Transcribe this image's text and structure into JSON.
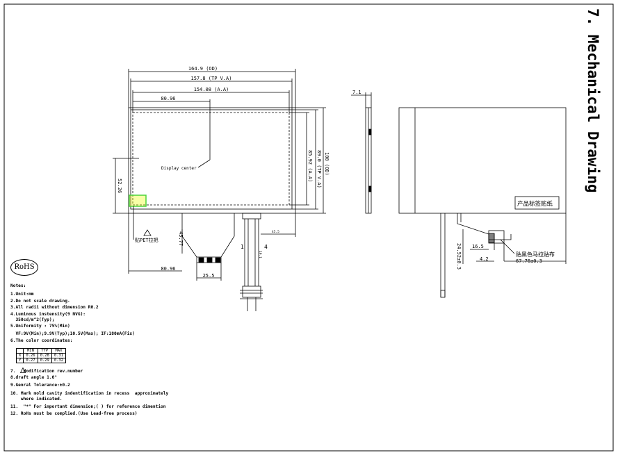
{
  "title": "7. Mechanical Drawing",
  "dims": {
    "od": "164.9 (OD)",
    "tp_va": "157.8 (TP V.A)",
    "aa": "154.08 (A.A)",
    "w_half_top": "80.96",
    "w_half_bottom": "80.96",
    "h_total": "100 (OD)",
    "h_tp": "89.0 (TP V.A)",
    "h_aa": "85.92 (A.A)",
    "h_left": "52.26",
    "fpc_len": "45.77",
    "fpc_width": "25.5",
    "side_small": "45.5",
    "fpc_small": "19.1",
    "thickness": "7.1",
    "side_fpc": "24.52±0.3",
    "side_w1": "16.5",
    "side_w2": "4.2",
    "side_total": "67.76±0.3"
  },
  "labels": {
    "display_center": "Display center",
    "pet": "贴PET拉把",
    "pin1": "1",
    "pin4": "4",
    "label_sticker": "产品标签贴纸",
    "black_tape": "贴黑色马拉贴布",
    "rohs": "RoHS"
  },
  "notes": {
    "title": "Notes:",
    "n1": "1.Unit:mm",
    "n2": "2.Do not scale drawing.",
    "n3": "3.All radii without dimension R0.2",
    "n4": "4.Luminous instensity(9 NVG):",
    "n4b": "  350cd/m^2(Typ);",
    "n5": "5.Uniformity : 75%(Min)",
    "n5b": "  VF:9V(Min);9.9V(Typ);10.5V(Max); IF:180mA(Fix)",
    "n6": "6.The color coordinates:",
    "n7": "7.   Modification rev.number",
    "n8": "8.draft angle 1.0°",
    "n9": "9.Genral Tolerance:±0.2",
    "n10": "10. Mark mold cavity indentification in recess  approximately",
    "n10b": "    where indicated.",
    "n11": "11.  \"*\" For important dimension;( ) for reference dimention",
    "n12": "12. RoHs must be complied.(Use Lead-free process)"
  },
  "color_table": {
    "headers": [
      "",
      "MIN",
      "TYP",
      "MAX"
    ],
    "rows": [
      [
        "X",
        "0.26",
        "0.28",
        "0.31"
      ],
      [
        "Y",
        "0.27",
        "0.29",
        "0.32"
      ]
    ]
  }
}
